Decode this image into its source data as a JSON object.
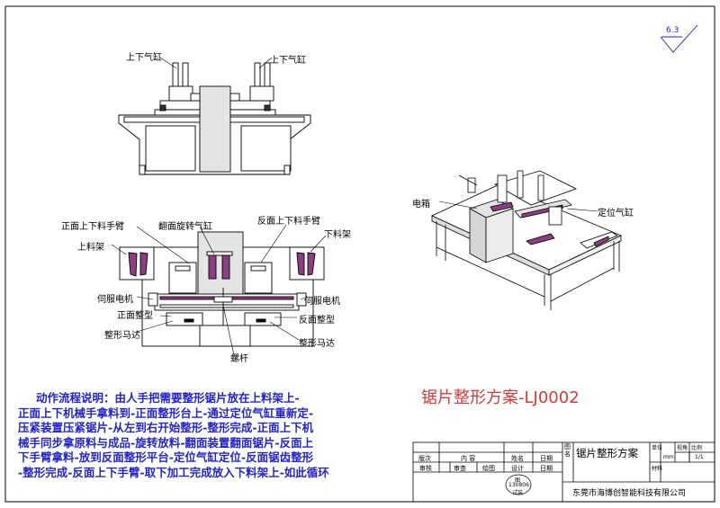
{
  "drawing": {
    "roughness": "6.3",
    "labels": {
      "top_cyl_left": "上下气缸",
      "top_cyl_right": "上下气缸",
      "front_arm": "正面上下料手臂",
      "flip_cyl": "翻面旋转气缸",
      "back_arm": "反面上下料手臂",
      "down_rack": "下料架",
      "up_rack": "上料架",
      "servo_left": "伺服电机",
      "servo_right": "伺服电机",
      "front_die": "正面整型",
      "back_die": "反面整型",
      "motor_left": "整形马达",
      "motor_right": "整形马达",
      "screw": "螺杆",
      "ebox": "电箱",
      "pos_cyl": "定位气缸"
    }
  },
  "description": {
    "lines": [
      "动作流程说明：由人手把需要整形锯片放在上料架上-",
      "正面上下机械手拿料到-正面整形台上-通过定位气缸重新定-",
      "压紧装置压紧锯片-从左到右开始整形-整形完成-正面上下机",
      "械手同步拿原料与成品-旋转放料-翻面装置翻面锯片-反面上",
      "下手臂拿料-放到反面整形平台-定位气缸定位-反面锯齿整形",
      "-整形完成-反面上下手臂-取下加工完成放入下料架上-如此循环"
    ]
  },
  "plan_title": "锯片整形方案-LJ0002",
  "title_block": {
    "version": "版次",
    "content": "内  容",
    "name": "姓名",
    "date": "日期",
    "drawing_name_label": "图名",
    "drawing_name": "锯片整形方案",
    "unit_label": "单位",
    "unit": "mm",
    "view_label": "视角",
    "scale_label": "比例",
    "scale": "1/1",
    "approve": "审核",
    "review": "审查",
    "draw": "绘图",
    "design": "设计",
    "sign_date": "日期",
    "material_label": "材料",
    "stamp_line1": "图",
    "stamp_line2": "130806",
    "stamp_line3": "试装",
    "company": "东莞市海博创智能科技有限公司"
  }
}
